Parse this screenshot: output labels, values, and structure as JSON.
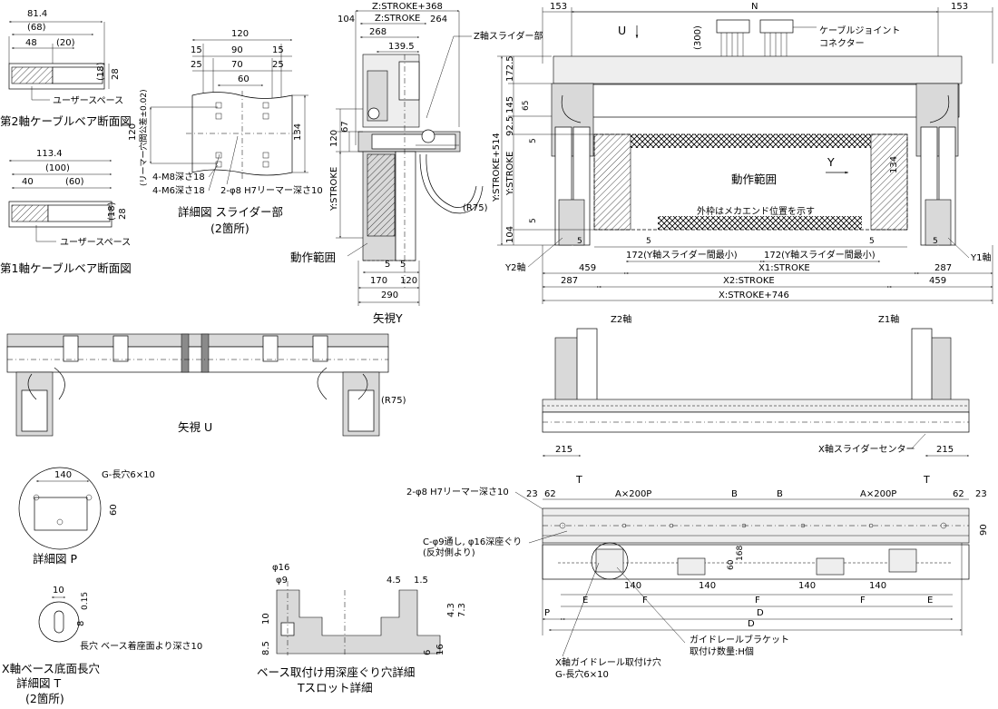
{
  "cable_bear_2": {
    "title": "第2軸ケーブルベア断面図",
    "dims": [
      "81.4",
      "(68)",
      "48",
      "(20)",
      "(18)",
      "28"
    ],
    "user_space": "ユーザースペース"
  },
  "cable_bear_1": {
    "title": "第1軸ケーブルベア断面図",
    "dims": [
      "113.4",
      "(100)",
      "40",
      "(60)",
      "(18)",
      "28"
    ],
    "user_space": "ユーザースペース"
  },
  "slider_detail": {
    "title": "詳細図 スライダー部",
    "subtitle": "(2箇所)",
    "dims": [
      "120",
      "15",
      "90",
      "15",
      "25",
      "70",
      "25",
      "60",
      "134",
      "120"
    ],
    "vertical_note": "(リーマー穴間公差±0.02)",
    "holes": [
      "4-M8深さ18",
      "4-M6深さ18",
      "2-φ8 H7リーマー深さ10"
    ]
  },
  "view_y": {
    "title": "矢視Y",
    "top_dims": [
      "Z:STROKE+368",
      "Z:STROKE",
      "104",
      "264",
      "268",
      "139.5"
    ],
    "left_dims": [
      "67",
      "120",
      "Y:STROKE"
    ],
    "bottom_dims": [
      "5",
      "5",
      "170",
      "120",
      "290"
    ],
    "z_slider": "Z軸スライダー部",
    "radius": "(R75)",
    "motion": "動作範囲"
  },
  "top_view": {
    "u_label": "U",
    "dims_top": [
      "153",
      "N",
      "153"
    ],
    "d300": "(300)",
    "connector": "ケーブルジョイント\nコネクター",
    "left_dims": [
      "172.5",
      "145",
      "92.5",
      "65",
      "5",
      "Y:STROKE",
      "5",
      "104",
      "Y:STROKE+514"
    ],
    "y_arrow": "Y",
    "motion": "動作範囲",
    "outer_note": "外枠はメカエンド位置を示す",
    "d134": "134",
    "d5a": "5",
    "d5b": "5",
    "d5c": "5",
    "slider_gap": "172(Y軸スライダー間最小)",
    "y2": "Y2軸",
    "y1": "Y1軸",
    "bottom": {
      "x1": "X1:STROKE",
      "x2": "X2:STROKE",
      "x": "X:STROKE+746",
      "a459": "459",
      "a287": "287",
      "b287": "287",
      "b459": "459"
    }
  },
  "view_u": {
    "title": "矢視 U",
    "radius": "(R75)"
  },
  "front_view": {
    "z2": "Z2軸",
    "z1": "Z1軸",
    "d215a": "215",
    "d215b": "215",
    "center": "X軸スライダーセンター"
  },
  "detail_p": {
    "title": "詳細図 P",
    "dims": [
      "140",
      "60"
    ],
    "slot": "G-長穴6×10"
  },
  "detail_t": {
    "title": "X軸ベース底面長穴",
    "title2": "詳細図 T",
    "title3": "(2箇所)",
    "dims": [
      "10",
      "8",
      "0.15"
    ],
    "note": "長穴 ベース着座面より深さ10"
  },
  "tslot": {
    "title": "ベース取付け用深座ぐり穴詳細",
    "title2": "Tスロット詳細",
    "dims": [
      "φ16",
      "φ9",
      "10",
      "8.5",
      "4.5",
      "1.5",
      "4.3",
      "7.3",
      "6",
      "16"
    ]
  },
  "x_base": {
    "top": [
      "23",
      "62",
      "A×200P",
      "B",
      "B",
      "A×200P",
      "62",
      "23"
    ],
    "t_left": "T",
    "t_right": "T",
    "reamer": "2-φ8 H7リーマー深さ10",
    "c_hole": "C-φ9通し, φ16深座ぐり",
    "c_hole2": "(反対側より)",
    "d90": "90",
    "d60": "60",
    "d168": "168",
    "bottom": [
      "140",
      "140",
      "140",
      "140",
      "E",
      "F",
      "F",
      "F",
      "E",
      "P",
      "D",
      "D"
    ],
    "guide": "ガイドレールブラケット",
    "guide2": "取付け数量:H個",
    "guide_hole": "X軸ガイドレール取付け穴",
    "guide_hole2": "G-長穴6×10"
  }
}
